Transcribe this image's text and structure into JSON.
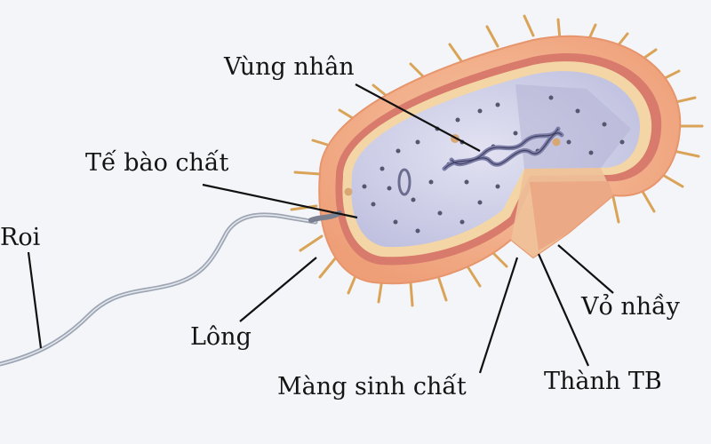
{
  "labels": {
    "vung_nhan": "Vùng nhân",
    "te_bao_chat": "Tế bào chất",
    "roi": "Roi",
    "long": "Lông",
    "mang_sinh_chat": "Màng sinh chất",
    "thanh_tb": "Thành TB",
    "vo_nhay": "Vỏ nhầy"
  },
  "colors": {
    "background": "#f4f5f9",
    "capsule": "#f2b08c",
    "capsule_edge": "#e7956c",
    "cell_wall": "#d87a6c",
    "membrane": "#f4d6a6",
    "cytoplasm": "#c9c9e4",
    "nucleoid": "#7d7ea8",
    "pili": "#d9a458",
    "flagellum": "#9ea6b4",
    "leader_line": "#111111"
  }
}
